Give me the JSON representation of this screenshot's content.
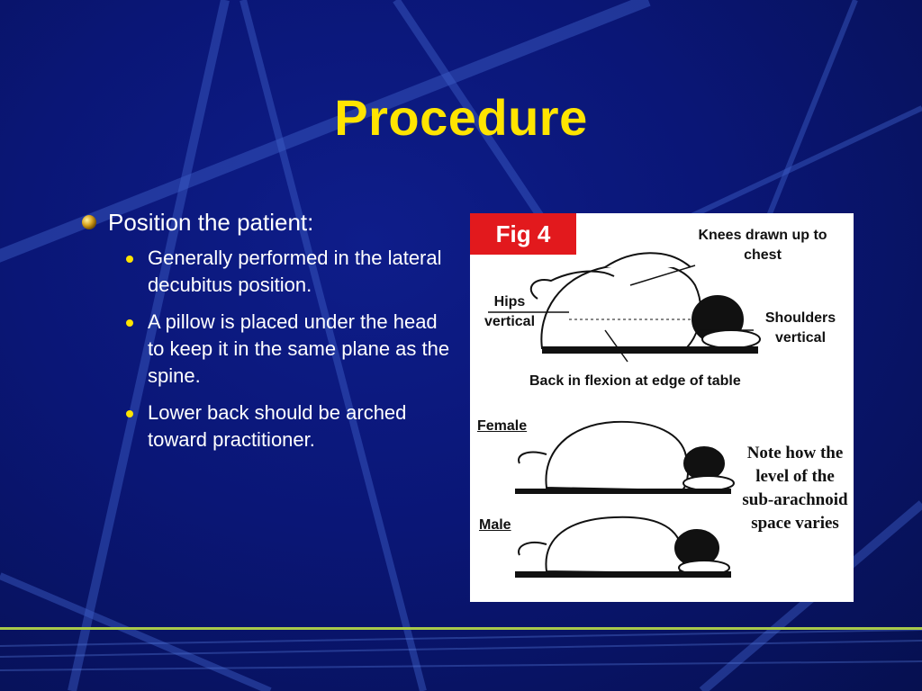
{
  "slide": {
    "title": "Procedure",
    "bullet": "Position the patient:",
    "sub_bullets": [
      "Generally performed in the lateral decubitus position.",
      "A pillow is placed under the head to keep it in the same plane as the spine.",
      "Lower back should be arched toward practitioner."
    ]
  },
  "figure": {
    "label": "Fig 4",
    "knees": "Knees drawn up to chest",
    "hips": "Hips vertical",
    "shoulders": "Shoulders vertical",
    "back": "Back in flexion at edge of table",
    "female": "Female",
    "male": "Male",
    "note": "Note how the level of the sub-arachnoid space varies"
  },
  "colors": {
    "background": "#0a1470",
    "title": "#ffe400",
    "text": "#ffffff",
    "fig_label": "#e2191d",
    "divider": "#a8c94a"
  }
}
